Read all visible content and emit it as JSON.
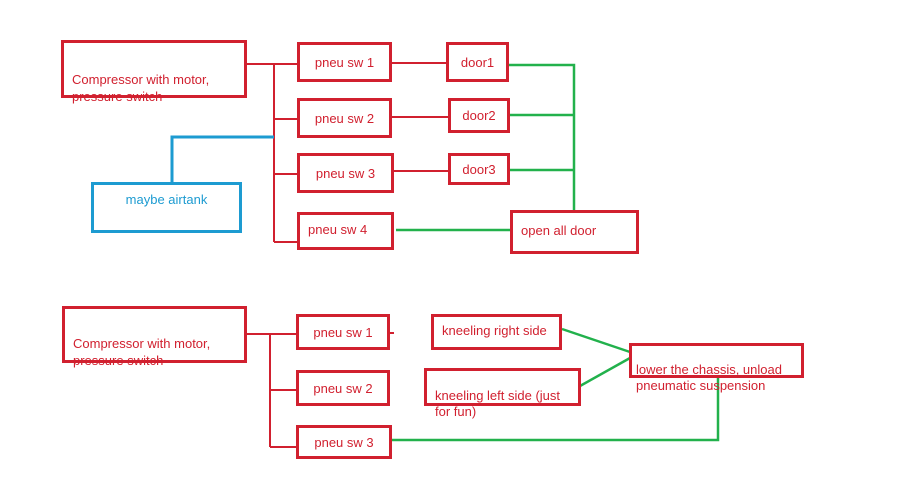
{
  "colors": {
    "red": "#d1202f",
    "green": "#22b14c",
    "blue": "#1d9bd1"
  },
  "diagram1": {
    "compressor": "Compressor with motor,\npressure switch",
    "airtank": "maybe airtank",
    "switches": [
      "pneu sw 1",
      "pneu sw 2",
      "pneu sw 3",
      "pneu sw 4"
    ],
    "doors": [
      "door1",
      "door2",
      "door3"
    ],
    "open_all": "open all door"
  },
  "diagram2": {
    "compressor": "Compressor with motor,\npressure switch",
    "switches": [
      "pneu sw 1",
      "pneu sw 2",
      "pneu sw 3"
    ],
    "kneel_right": "kneeling right side",
    "kneel_left": "kneeling left side (just\nfor fun)",
    "lower": "lower the chassis, unload\npneumatic suspension"
  }
}
